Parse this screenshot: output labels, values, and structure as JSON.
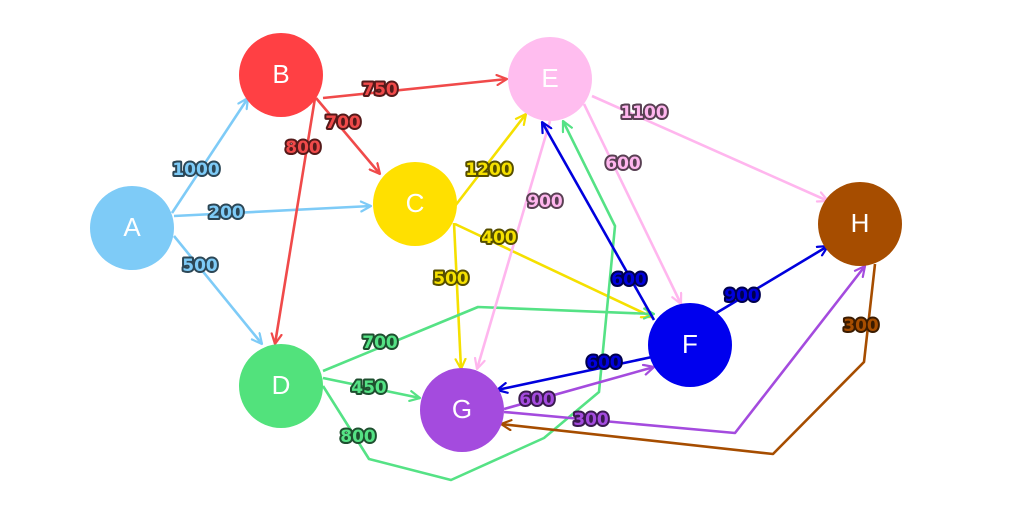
{
  "nodes": [
    {
      "id": "A",
      "label": "A",
      "color": "#7ecbf7"
    },
    {
      "id": "B",
      "label": "B",
      "color": "#ff4044"
    },
    {
      "id": "C",
      "label": "C",
      "color": "#ffe000"
    },
    {
      "id": "D",
      "label": "D",
      "color": "#52e27c"
    },
    {
      "id": "E",
      "label": "E",
      "color": "#ffbdef"
    },
    {
      "id": "F",
      "label": "F",
      "color": "#0000ee"
    },
    {
      "id": "G",
      "label": "G",
      "color": "#a44bde"
    },
    {
      "id": "H",
      "label": "H",
      "color": "#a64d00"
    }
  ],
  "edges": [
    {
      "from": "A",
      "to": "B",
      "weight": "1000",
      "color": "#7ecbf7"
    },
    {
      "from": "A",
      "to": "C",
      "weight": "200",
      "color": "#7ecbf7"
    },
    {
      "from": "A",
      "to": "D",
      "weight": "500",
      "color": "#7ecbf7"
    },
    {
      "from": "B",
      "to": "E",
      "weight": "750",
      "color": "#f04a4a"
    },
    {
      "from": "B",
      "to": "C",
      "weight": "700",
      "color": "#f04a4a"
    },
    {
      "from": "B",
      "to": "D",
      "weight": "800",
      "color": "#f04a4a"
    },
    {
      "from": "C",
      "to": "E",
      "weight": "1200",
      "color": "#f5e000"
    },
    {
      "from": "C",
      "to": "F",
      "weight": "400",
      "color": "#f5e000"
    },
    {
      "from": "C",
      "to": "G",
      "weight": "500",
      "color": "#f5e000"
    },
    {
      "from": "D",
      "to": "F",
      "weight": "700",
      "color": "#55e285"
    },
    {
      "from": "D",
      "to": "G",
      "weight": "450",
      "color": "#55e285"
    },
    {
      "from": "D",
      "to": "E",
      "weight": "800",
      "color": "#55e285"
    },
    {
      "from": "E",
      "to": "H",
      "weight": "1100",
      "color": "#ffb6ee"
    },
    {
      "from": "E",
      "to": "F",
      "weight": "600",
      "color": "#ffb6ee"
    },
    {
      "from": "E",
      "to": "G",
      "weight": "900",
      "color": "#ffb6ee"
    },
    {
      "from": "F",
      "to": "E",
      "weight": "600",
      "color": "#0000dd"
    },
    {
      "from": "F",
      "to": "H",
      "weight": "900",
      "color": "#0000dd"
    },
    {
      "from": "F",
      "to": "G",
      "weight": "600",
      "color": "#0000dd"
    },
    {
      "from": "G",
      "to": "F",
      "weight": "600",
      "color": "#a44bde"
    },
    {
      "from": "G",
      "to": "H",
      "weight": "300",
      "color": "#a44bde"
    },
    {
      "from": "H",
      "to": "G",
      "weight": "300",
      "color": "#a64d00"
    }
  ]
}
